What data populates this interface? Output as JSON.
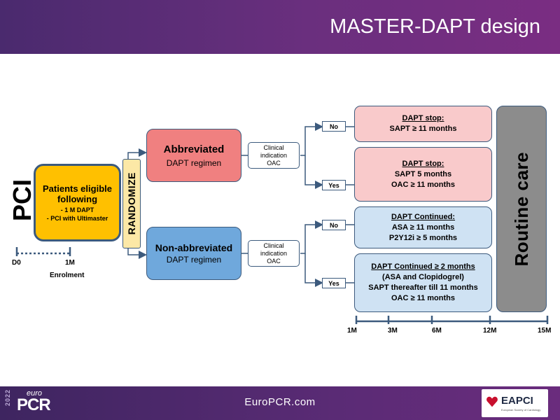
{
  "header": {
    "title": "MASTER-DAPT design"
  },
  "diagram": {
    "pci_label": "PCI",
    "patients": {
      "title": "Patients eligible following",
      "bullets": [
        "- 1 M DAPT",
        "- PCI with Ultimaster"
      ]
    },
    "randomize": "RANDOMIZE",
    "abbreviated": {
      "title": "Abbreviated",
      "subtitle": "DAPT regimen"
    },
    "non_abbreviated": {
      "title": "Non-abbreviated",
      "subtitle": "DAPT regimen"
    },
    "clinical_top": [
      "Clinical",
      "indication",
      "OAC"
    ],
    "clinical_bottom": [
      "Clinical",
      "indication",
      "OAC"
    ],
    "no_top": "No",
    "yes_top": "Yes",
    "no_bottom": "No",
    "yes_bottom": "Yes",
    "result1": {
      "title": "DAPT stop:",
      "line1": "SAPT  ≥ 11 months"
    },
    "result2": {
      "title": "DAPT stop:",
      "line1": "SAPT 5 months",
      "line2": "OAC ≥ 11 months"
    },
    "result3": {
      "title": "DAPT Continued:",
      "line1": "ASA ≥ 11 months",
      "line2": "P2Y12i ≥ 5 months"
    },
    "result4": {
      "title": "DAPT Continued ≥ 2 months",
      "line1": "(ASA and Clopidogrel)",
      "line2": "SAPT thereafter till 11 months",
      "line3": "OAC ≥ 11 months"
    },
    "routine_care": "Routine care",
    "timeline_left": {
      "d0": "D0",
      "m1": "1M",
      "enrolment": "Enrolment"
    },
    "timeline_right": [
      "1M",
      "3M",
      "6M",
      "12M",
      "15M"
    ]
  },
  "footer": {
    "url": "EuroPCR.com",
    "year": "2022",
    "euro": "euro",
    "pcr": "PCR",
    "eapci": "EAPCI",
    "eapci_sub": "European Society of Cardiology"
  },
  "colors": {
    "header": "#5b2c77",
    "patients": "#ffc000",
    "abbreviated": "#f08080",
    "non_abbreviated": "#6fa8dc",
    "pink": "#f9cacb",
    "light_blue": "#cfe2f3",
    "routine": "#8c8c8c",
    "line": "#3c5a7d"
  }
}
